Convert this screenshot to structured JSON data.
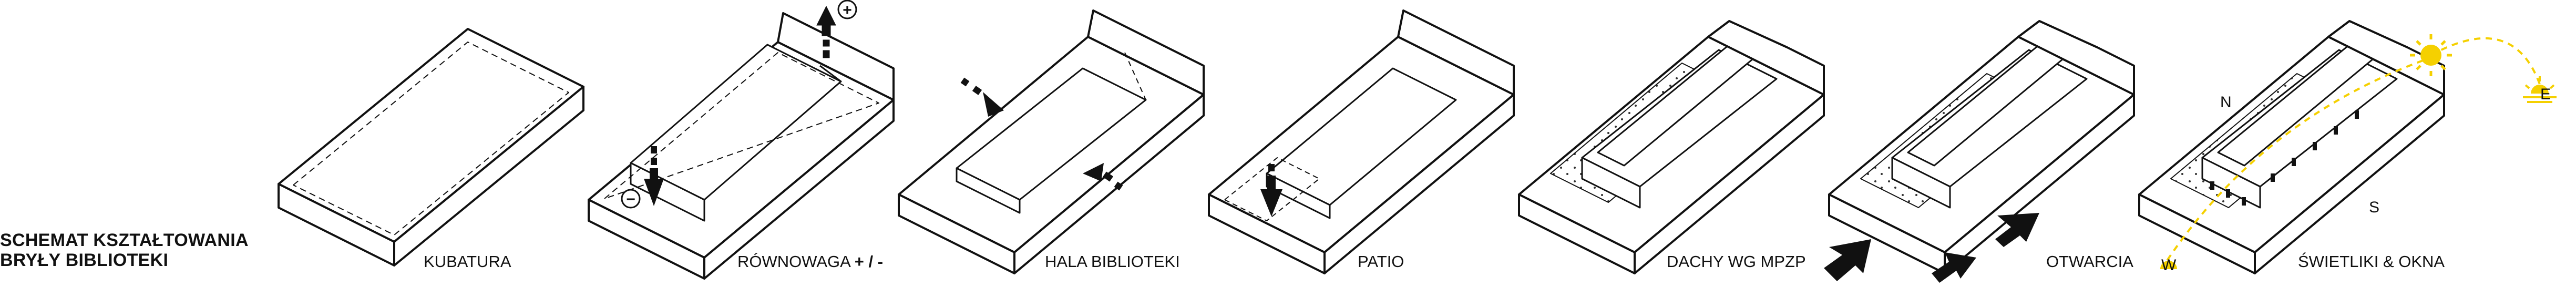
{
  "title": {
    "line1": "SCHEMAT KSZTAŁTOWANIA",
    "line2": "BRYŁY BIBLIOTEKI"
  },
  "steps": [
    {
      "label": "KUBATURA"
    },
    {
      "label": "RÓWNOWAGA",
      "suffix": "+ / -"
    },
    {
      "label": "HALA BIBLIOTEKI"
    },
    {
      "label": "PATIO"
    },
    {
      "label": "DACHY WG MPZP"
    },
    {
      "label": "OTWARCIA"
    },
    {
      "label": "ŚWIETLIKI & OKNA"
    }
  ],
  "compass": {
    "n": "N",
    "s": "S",
    "e": "E",
    "w": "W"
  },
  "symbols": {
    "plus": "+",
    "minus": "−"
  },
  "colors": {
    "line": "#111111",
    "sun": "#f5d000",
    "background": "#ffffff"
  }
}
